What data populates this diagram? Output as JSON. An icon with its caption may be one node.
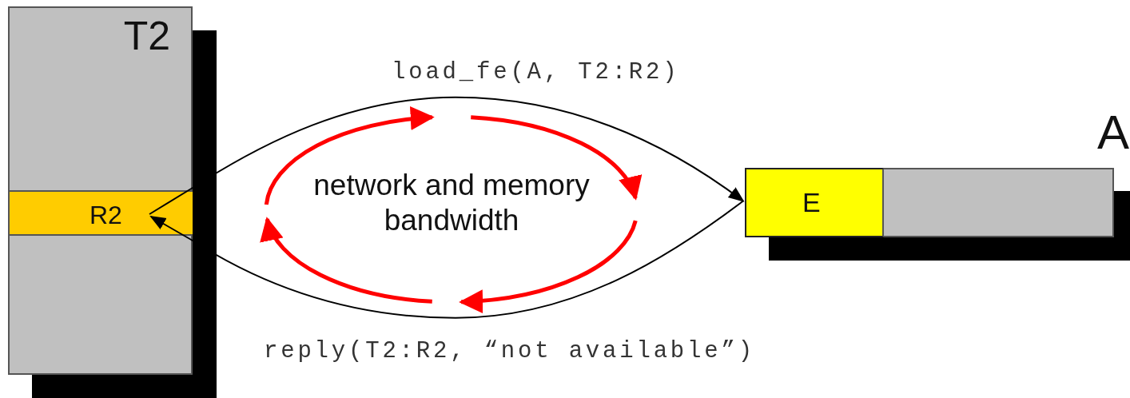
{
  "diagram": {
    "nodes": [
      {
        "text": [
          "T2"
        ]
      },
      {
        "text": [
          "R2"
        ],
        "in": 0
      },
      {
        "text": [
          "A"
        ]
      },
      {
        "text": [
          "E"
        ],
        "in": 2
      }
    ],
    "edges": [
      {
        "from": 1,
        "to": 3,
        "arrow": "to",
        "label": "load_fe(A, T2:R2)"
      },
      {
        "from": 3,
        "to": 1,
        "arrow": "to",
        "label": "reply(T2:R2, “not available”)"
      }
    ],
    "labels": [
      "network and memory bandwidth"
    ]
  }
}
